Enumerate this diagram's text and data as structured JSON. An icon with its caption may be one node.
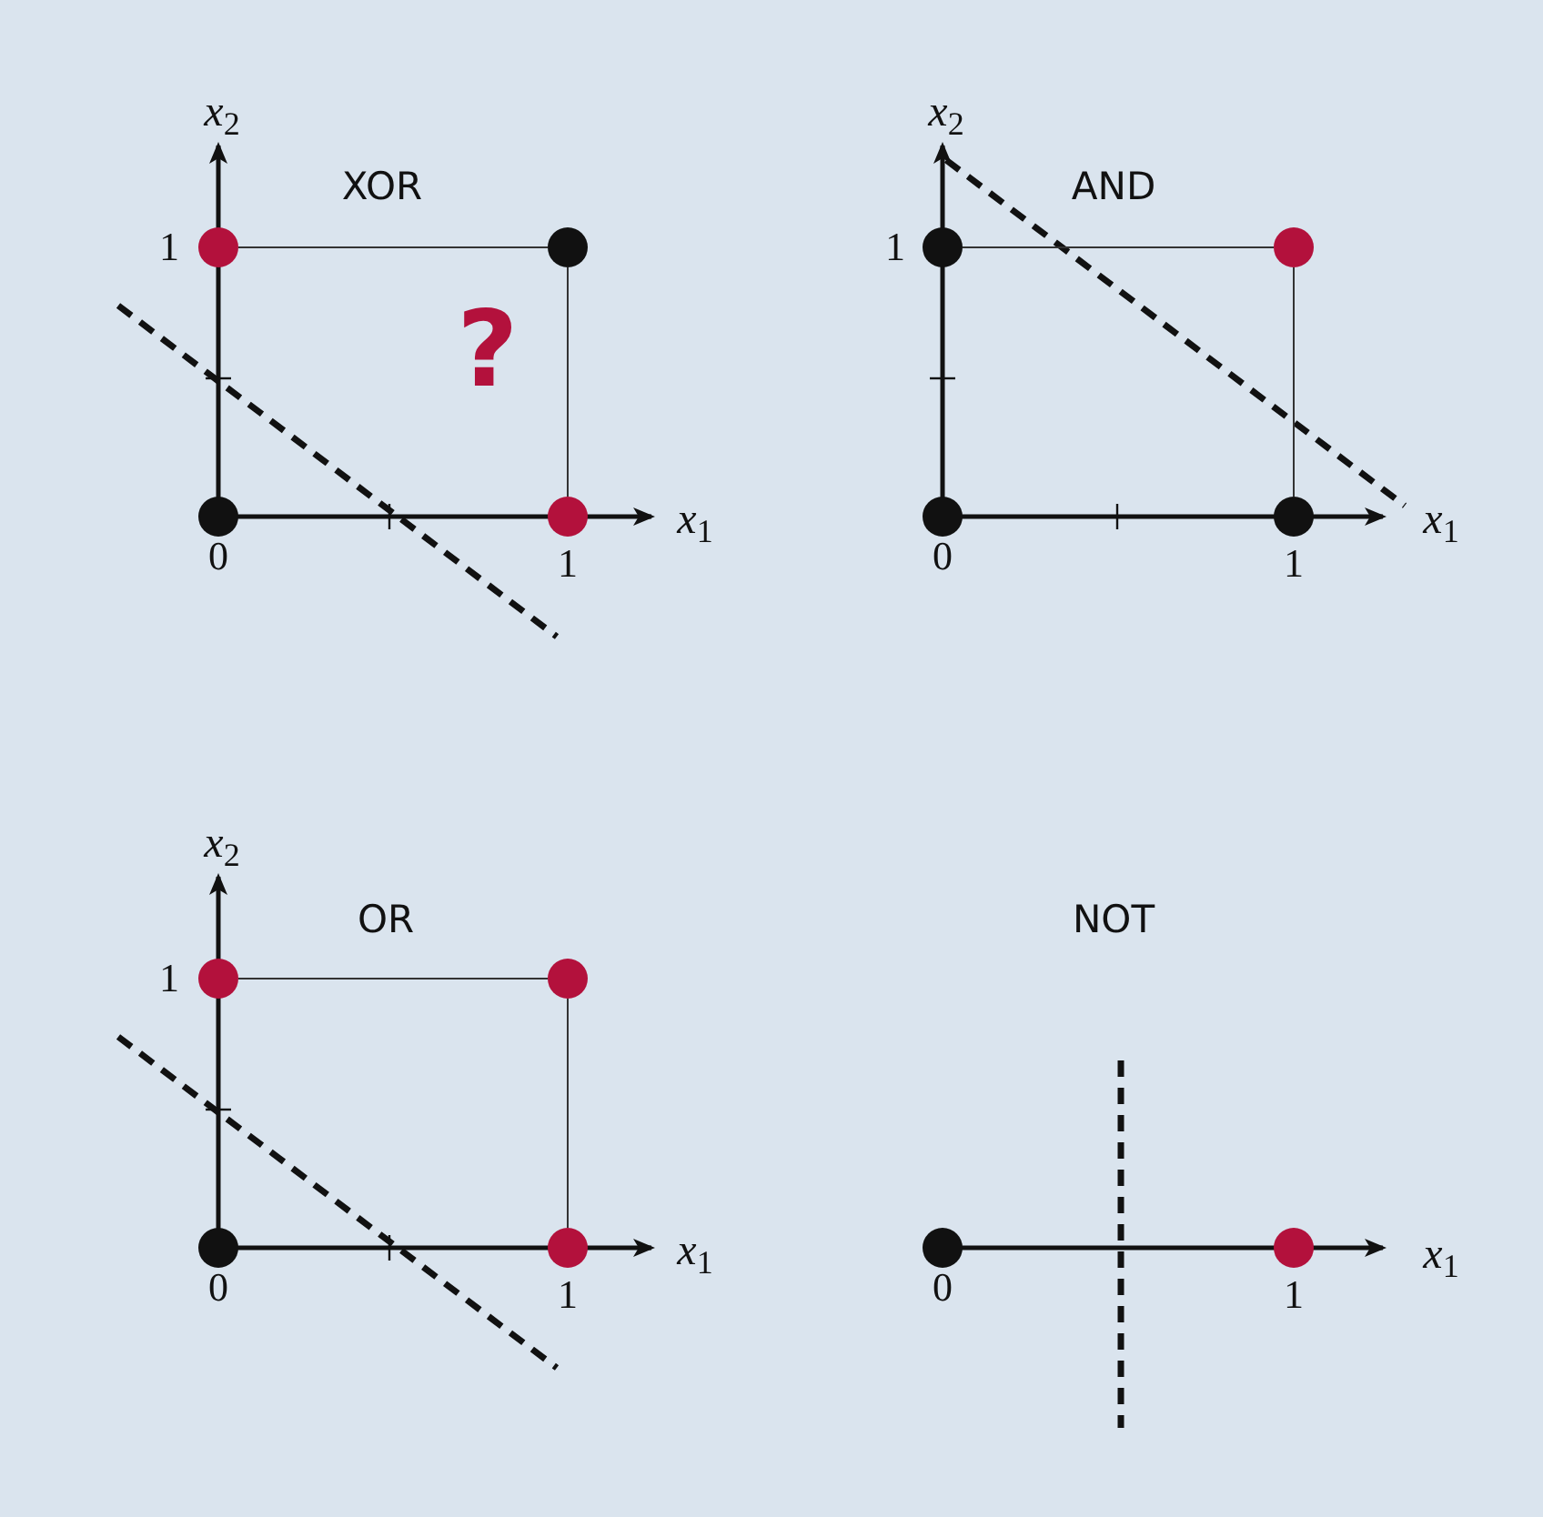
{
  "diagram": {
    "nodes": [
      {
        "text": [],
        "shape": "circle"
      },
      {
        "text": [],
        "shape": "circle"
      },
      {
        "text": [],
        "shape": "circle"
      },
      {
        "text": [],
        "shape": "circle"
      },
      {
        "text": [],
        "shape": "circle"
      },
      {
        "text": [],
        "shape": "circle"
      },
      {
        "text": [],
        "shape": "circle"
      },
      {
        "text": [],
        "shape": "circle"
      },
      {
        "text": [],
        "shape": "circle"
      },
      {
        "text": [],
        "shape": "circle"
      },
      {
        "text": [],
        "shape": "circle"
      },
      {
        "text": [],
        "shape": "circle"
      },
      {
        "text": [],
        "shape": "circle"
      },
      {
        "text": [],
        "shape": "circle"
      }
    ],
    "edges": [
      {
        "from": 0,
        "to": 1,
        "arrow": "none"
      },
      {
        "from": 1,
        "to": 3,
        "arrow": "none"
      },
      {
        "from": 4,
        "to": 5,
        "arrow": "none"
      },
      {
        "from": 5,
        "to": 7,
        "arrow": "none"
      },
      {
        "from": 8,
        "to": 9,
        "arrow": "none"
      },
      {
        "from": 9,
        "to": 11,
        "arrow": "none"
      }
    ],
    "labels": [
      "*x*$_{2}$",
      "XOR",
      "1",
      "?",
      "0",
      "1",
      "*x*$_{1}$",
      "*x*$_{2}$",
      "AND",
      "1",
      "0",
      "1",
      "*x*$_{1}$",
      "*x*$_{2}$",
      "OR",
      "1",
      "0",
      "1",
      "*x*$_{1}$",
      "NOT",
      "0",
      "1",
      "*x*$_{1}$"
    ]
  }
}
